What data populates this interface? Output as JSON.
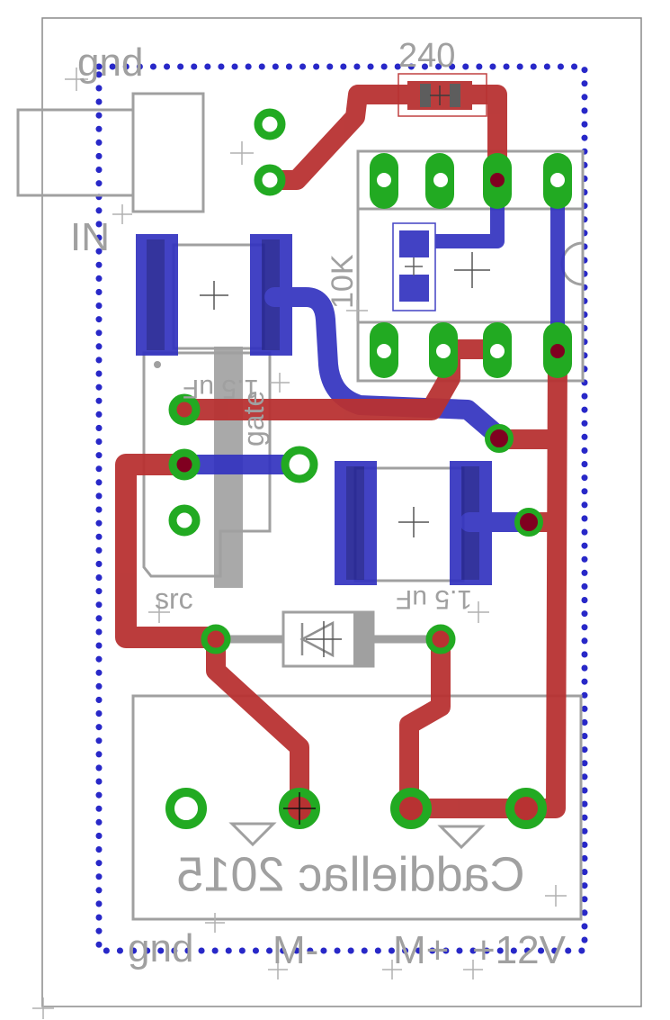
{
  "labels": {
    "resistor_value": "240",
    "pot_value": "10K",
    "cap_left_value": "1.5 uF",
    "cap_right_value": "1.5 uF",
    "mosfet_gate": "gate",
    "mosfet_src": "src",
    "input": "IN",
    "gnd_top": "gnd",
    "gnd_bottom": "gnd",
    "m_minus": "M-",
    "m_plus": "M+",
    "v12": "+12V",
    "signature": "Caddiellac 2015"
  },
  "colors": {
    "top_copper": "#b83232",
    "bottom_copper": "#3232c0",
    "silkscreen": "#a0a0a0",
    "pad_ring": "#22aa22",
    "via_fill": "#800020"
  }
}
